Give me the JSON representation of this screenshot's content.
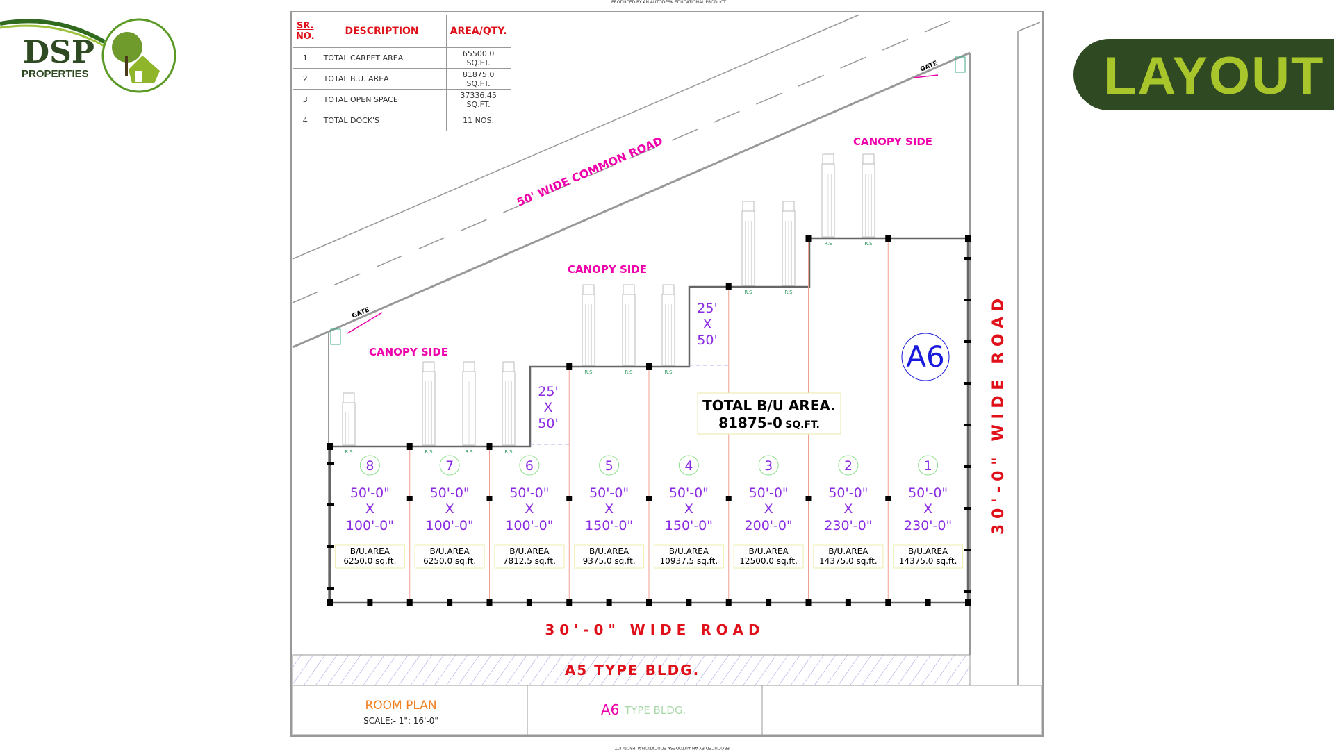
{
  "logo": {
    "brand": "DSP",
    "subtitle": "PROPERTIES"
  },
  "banner": {
    "title": "LAYOUT"
  },
  "header_note": "PRODUCED BY AN AUTODESK EDUCATIONAL PRODUCT",
  "footer_note": "PRODUCED BY AN AUTODESK EDUCATIONAL PRODUCT",
  "summary_table": {
    "headers": [
      "SR. NO.",
      "DESCRIPTION",
      "AREA/QTY."
    ],
    "rows": [
      [
        "1",
        "TOTAL CARPET AREA",
        "65500.0 SQ.FT."
      ],
      [
        "2",
        "TOTAL B.U. AREA",
        "81875.0 SQ.FT."
      ],
      [
        "3",
        "TOTAL OPEN SPACE",
        "37336.45 SQ.FT."
      ],
      [
        "4",
        "TOTAL DOCK'S",
        "11 NOS."
      ]
    ]
  },
  "labels": {
    "common_road": "50' WIDE COMMON ROAD",
    "gate": "GATE",
    "canopy": "CANOPY SIDE",
    "side_road": "3 0 ' - 0 \"   W I D E   R O A D",
    "bottom_road": "3 0 ' - 0 \"   W I D E   R O A D",
    "a5": "A5 TYPE BLDG.",
    "total_bu_title": "TOTAL B/U AREA.",
    "total_bu_value": "81875-0",
    "total_bu_unit": "SQ.FT.",
    "building_tag": "A6",
    "office_dim": [
      "25'",
      "X",
      "50'"
    ],
    "dock_label": "R.S"
  },
  "title_block": {
    "plan": "ROOM PLAN",
    "scale": "SCALE:- 1\": 16'-0\"",
    "type_code": "A6",
    "type_text": "TYPE BLDG."
  },
  "units": [
    {
      "no": "8",
      "width": "50'-0\"",
      "x": "X",
      "length": "100'-0\"",
      "bu_label": "B/U.AREA",
      "bu_area": "6250.0 sq.ft."
    },
    {
      "no": "7",
      "width": "50'-0\"",
      "x": "X",
      "length": "100'-0\"",
      "bu_label": "B/U.AREA",
      "bu_area": "6250.0 sq.ft."
    },
    {
      "no": "6",
      "width": "50'-0\"",
      "x": "X",
      "length": "100'-0\"",
      "bu_label": "B/U.AREA",
      "bu_area": "7812.5 sq.ft."
    },
    {
      "no": "5",
      "width": "50'-0\"",
      "x": "X",
      "length": "150'-0\"",
      "bu_label": "B/U.AREA",
      "bu_area": "9375.0 sq.ft."
    },
    {
      "no": "4",
      "width": "50'-0\"",
      "x": "X",
      "length": "150'-0\"",
      "bu_label": "B/U.AREA",
      "bu_area": "10937.5 sq.ft."
    },
    {
      "no": "3",
      "width": "50'-0\"",
      "x": "X",
      "length": "200'-0\"",
      "bu_label": "B/U.AREA",
      "bu_area": "12500.0 sq.ft."
    },
    {
      "no": "2",
      "width": "50'-0\"",
      "x": "X",
      "length": "230'-0\"",
      "bu_label": "B/U.AREA",
      "bu_area": "14375.0 sq.ft."
    },
    {
      "no": "1",
      "width": "50'-0\"",
      "x": "X",
      "length": "230'-0\"",
      "bu_label": "B/U.AREA",
      "bu_area": "14375.0 sq.ft."
    }
  ],
  "colors": {
    "brand_dark": "#2f4a22",
    "brand_light": "#a9c52c",
    "red": "#e0101a",
    "magenta": "#ee00aa",
    "purple": "#8a2be2",
    "blue": "#1a1adc"
  }
}
